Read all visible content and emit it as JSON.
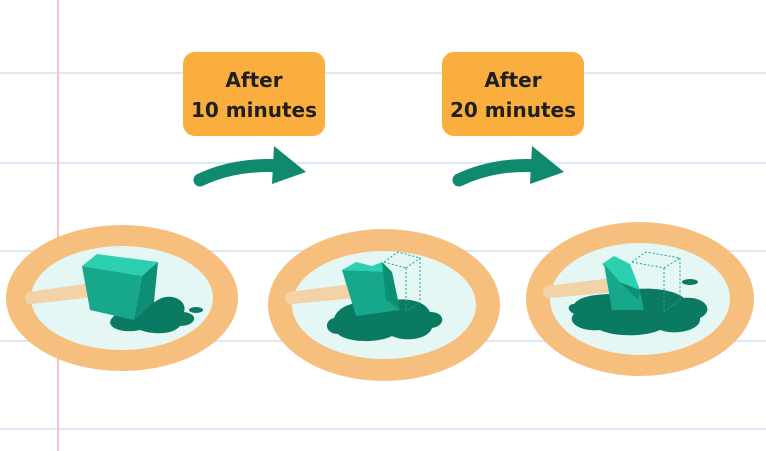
{
  "steps": [
    {
      "line1": "After",
      "line2": "10 minutes"
    },
    {
      "line1": "After",
      "line2": "20 minutes"
    }
  ],
  "popsicle_states": [
    "initial",
    "partially-melted",
    "mostly-melted"
  ],
  "colors": {
    "label_box": "#f9ae3d",
    "label_text": "#1f1f1f",
    "arrow": "#0f8a6f",
    "plate_rim": "#f6bf7e",
    "plate_center": "#e4f7f4",
    "popsicle_front": "#17a88c",
    "popsicle_top": "#2ccfb0",
    "popsicle_side": "#0d8f75",
    "puddle": "#0b7a63",
    "stick": "#f3d2a7",
    "notebook_lines": "#dbe9f7",
    "margin_line": "#f7c4c4"
  }
}
